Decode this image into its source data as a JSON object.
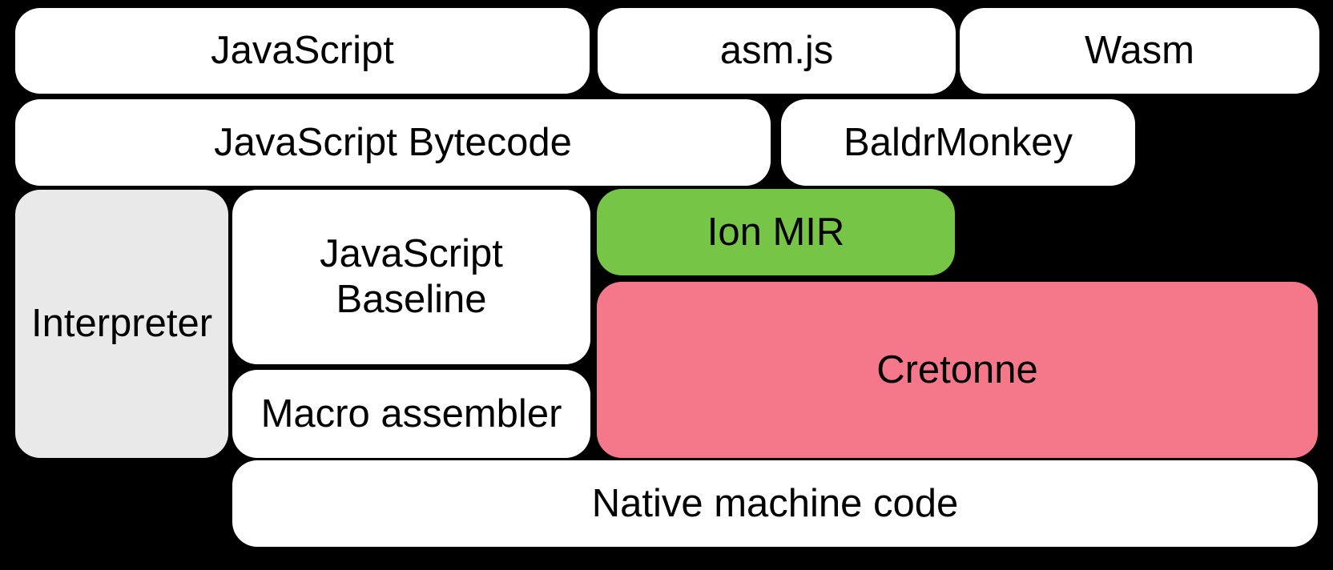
{
  "diagram": {
    "title": "SpiderMonkey compilation pipeline diagram",
    "background": "#000000",
    "text_color": "#000000",
    "nodes": {
      "javascript": {
        "label": "JavaScript",
        "fill": "#FFFFFF"
      },
      "asmjs": {
        "label": "asm.js",
        "fill": "#FFFFFF"
      },
      "wasm": {
        "label": "Wasm",
        "fill": "#FFFFFF"
      },
      "bytecode": {
        "label": "JavaScript Bytecode",
        "fill": "#FFFFFF"
      },
      "baldrmonkey": {
        "label": "BaldrMonkey",
        "fill": "#FFFFFF"
      },
      "interpreter": {
        "label": "Interpreter",
        "fill": "#E9E9E9"
      },
      "baseline": {
        "label": "JavaScript Baseline",
        "fill": "#FFFFFF"
      },
      "ion_mir": {
        "label": "Ion MIR",
        "fill": "#76C546"
      },
      "cretonne": {
        "label": "Cretonne",
        "fill": "#F5788A"
      },
      "macro_assembler": {
        "label": "Macro assembler",
        "fill": "#FFFFFF"
      },
      "native": {
        "label": "Native machine code",
        "fill": "#FFFFFF"
      }
    }
  }
}
